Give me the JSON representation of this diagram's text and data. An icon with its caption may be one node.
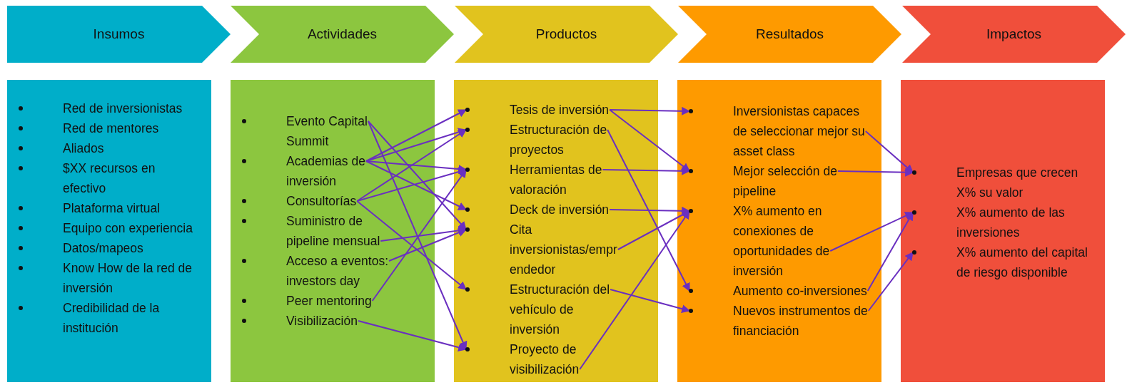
{
  "diagram": {
    "nodes": [
      {
        "text": [
          "Insumos"
        ]
      },
      {
        "text": [
          "Actividades"
        ]
      },
      {
        "text": [
          "Productos"
        ]
      },
      {
        "text": [
          "Resultados"
        ]
      },
      {
        "text": [
          "Impactos"
        ]
      },
      {
        "text": [],
        "shape": "box"
      },
      {
        "text": [
          "Red de inversionistas"
        ],
        "in": 5
      },
      {
        "text": [
          "Red de mentores"
        ],
        "in": 5
      },
      {
        "text": [
          "Aliados"
        ],
        "in": 5
      },
      {
        "text": [
          "$XX recursos en efectivo"
        ],
        "in": 5
      },
      {
        "text": [
          "Plataforma virtual"
        ],
        "in": 5
      },
      {
        "text": [
          "Equipo con experiencia"
        ],
        "in": 5
      },
      {
        "text": [
          "Datos/mapeos"
        ],
        "in": 5
      },
      {
        "text": [
          "Know How de la red de inversión"
        ],
        "in": 5
      },
      {
        "text": [
          "Credibilidad de la institución"
        ],
        "in": 5
      },
      {
        "text": [],
        "shape": "box"
      },
      {
        "text": [
          "Evento Capital Summit"
        ],
        "in": 15
      },
      {
        "text": [
          "Academias de inversión"
        ],
        "in": 15
      },
      {
        "text": [
          "Consultorías"
        ],
        "in": 15
      },
      {
        "text": [
          "Suministro de pipeline mensual"
        ],
        "in": 15
      },
      {
        "text": [
          "Acceso a eventos: investors day"
        ],
        "in": 15
      },
      {
        "text": [
          "Peer mentoring"
        ],
        "in": 15
      },
      {
        "text": [
          "Visibilización"
        ],
        "in": 15
      },
      {
        "text": [],
        "shape": "box"
      },
      {
        "text": [
          "Tesis de inversión"
        ],
        "in": 23
      },
      {
        "text": [
          "Estructuración de proyectos"
        ],
        "in": 23
      },
      {
        "text": [
          "Herramientas de valoración"
        ],
        "in": 23
      },
      {
        "text": [
          "Deck de inversión"
        ],
        "in": 23
      },
      {
        "text": [
          "Cita inversionistas/emprendedor"
        ],
        "in": 23
      },
      {
        "text": [
          "Estructuración del vehículo de inversión"
        ],
        "in": 23
      },
      {
        "text": [
          "Proyecto de visibilización"
        ],
        "in": 23
      },
      {
        "text": [],
        "shape": "box"
      },
      {
        "text": [
          "Inversionistas capaces de seleccionar mejor su asset class"
        ],
        "in": 31
      },
      {
        "text": [
          "Mejor selección de pipeline"
        ],
        "in": 31
      },
      {
        "text": [
          "X% aumento en conexiones de oportunidades de inversión"
        ],
        "in": 31
      },
      {
        "text": [
          "Aumento co-inversiones"
        ],
        "in": 31
      },
      {
        "text": [
          "Nuevos instrumentos de financiación"
        ],
        "in": 31
      },
      {
        "text": [],
        "shape": "box"
      },
      {
        "text": [
          "Empresas que crecen X% su valor"
        ],
        "in": 37
      },
      {
        "text": [
          "X% aumento de las inversiones"
        ],
        "in": 37
      },
      {
        "text": [
          "X% aumento del capital de riesgo disponible"
        ],
        "in": 37
      }
    ],
    "edges": [
      {
        "from": 16,
        "to": 28,
        "arrow": "to"
      },
      {
        "from": 16,
        "to": 30,
        "arrow": "to"
      },
      {
        "from": 17,
        "to": 24,
        "arrow": "to"
      },
      {
        "from": 17,
        "to": 25,
        "arrow": "to"
      },
      {
        "from": 17,
        "to": 26,
        "arrow": "to"
      },
      {
        "from": 17,
        "to": 27,
        "arrow": "to"
      },
      {
        "from": 18,
        "to": 25,
        "arrow": "to"
      },
      {
        "from": 18,
        "to": 26,
        "arrow": "to"
      },
      {
        "from": 18,
        "to": 29,
        "arrow": "to"
      },
      {
        "from": 19,
        "to": 28,
        "arrow": "to"
      },
      {
        "from": 20,
        "to": 28,
        "arrow": "to"
      },
      {
        "from": 21,
        "to": 26,
        "arrow": "to"
      },
      {
        "from": 22,
        "to": 30,
        "arrow": "to"
      },
      {
        "from": 24,
        "to": 32,
        "arrow": "to"
      },
      {
        "from": 24,
        "to": 33,
        "arrow": "to"
      },
      {
        "from": 25,
        "to": 35,
        "arrow": "to"
      },
      {
        "from": 26,
        "to": 33,
        "arrow": "to"
      },
      {
        "from": 27,
        "to": 34,
        "arrow": "to"
      },
      {
        "from": 28,
        "to": 34,
        "arrow": "to"
      },
      {
        "from": 29,
        "to": 36,
        "arrow": "to"
      },
      {
        "from": 30,
        "to": 34,
        "arrow": "to"
      },
      {
        "from": 32,
        "to": 38,
        "arrow": "to"
      },
      {
        "from": 33,
        "to": 38,
        "arrow": "to"
      },
      {
        "from": 34,
        "to": 39,
        "arrow": "to"
      },
      {
        "from": 35,
        "to": 39,
        "arrow": "to"
      },
      {
        "from": 36,
        "to": 40,
        "arrow": "to"
      }
    ]
  }
}
